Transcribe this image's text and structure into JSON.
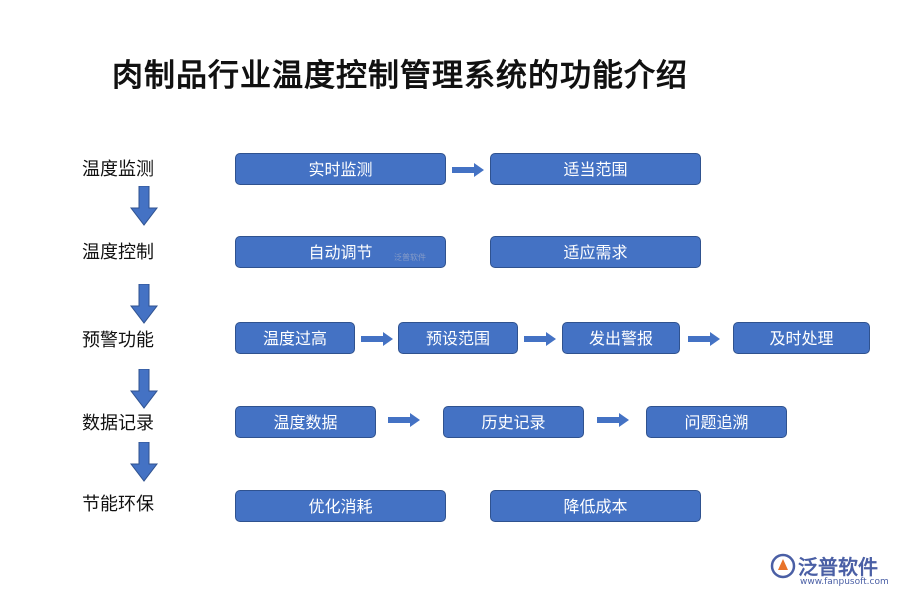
{
  "title": "肉制品行业温度控制管理系统的功能介绍",
  "stages": [
    {
      "label": "温度监测",
      "boxes": [
        "实时监测",
        "适当范围"
      ]
    },
    {
      "label": "温度控制",
      "boxes": [
        "自动调节",
        "适应需求"
      ]
    },
    {
      "label": "预警功能",
      "boxes": [
        "温度过高",
        "预设范围",
        "发出警报",
        "及时处理"
      ]
    },
    {
      "label": "数据记录",
      "boxes": [
        "温度数据",
        "历史记录",
        "问题追溯"
      ]
    },
    {
      "label": "节能环保",
      "boxes": [
        "优化消耗",
        "降低成本"
      ]
    }
  ],
  "watermark": {
    "small": "泛普软件"
  },
  "brand": {
    "name": "泛普软件",
    "url": "www.fanpusoft.com"
  },
  "colors": {
    "box_fill": "#4472c4",
    "box_border": "#2f528f",
    "arrow": "#4472c4"
  }
}
